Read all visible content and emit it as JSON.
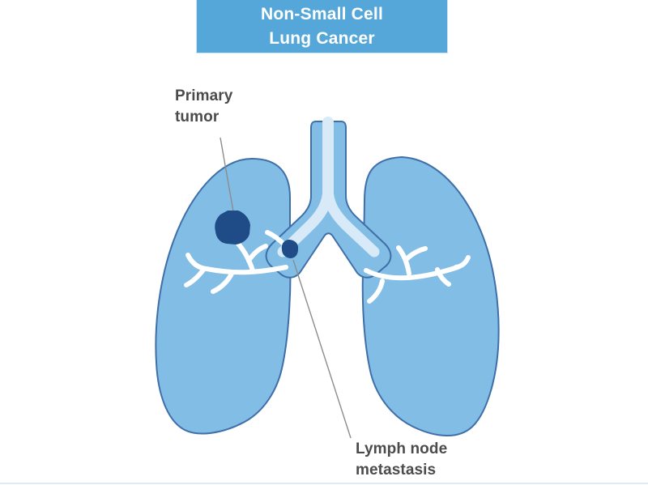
{
  "banner": {
    "title_line1": "Non-Small Cell",
    "title_line2": "Lung Cancer",
    "bg_color": "#55a7da",
    "text_color": "#ffffff"
  },
  "labels": {
    "primary_tumor": {
      "line1": "Primary",
      "line2": "tumor"
    },
    "lymph_node_metastasis": {
      "line1": "Lymph node",
      "line2": "metastasis"
    }
  },
  "diagram": {
    "subject": "lungs with primary tumor and lymph node metastasis",
    "colors": {
      "lung_fill": "#82bde6",
      "lung_outline": "#3f6fa8",
      "airway_pale": "#d8eaf7",
      "airway_white": "#ffffff",
      "tumor_fill": "#1f4c86",
      "leader_line": "#8c8c8c",
      "label_text": "#4b4b4b",
      "bottom_strip": "#dfecf6"
    }
  }
}
